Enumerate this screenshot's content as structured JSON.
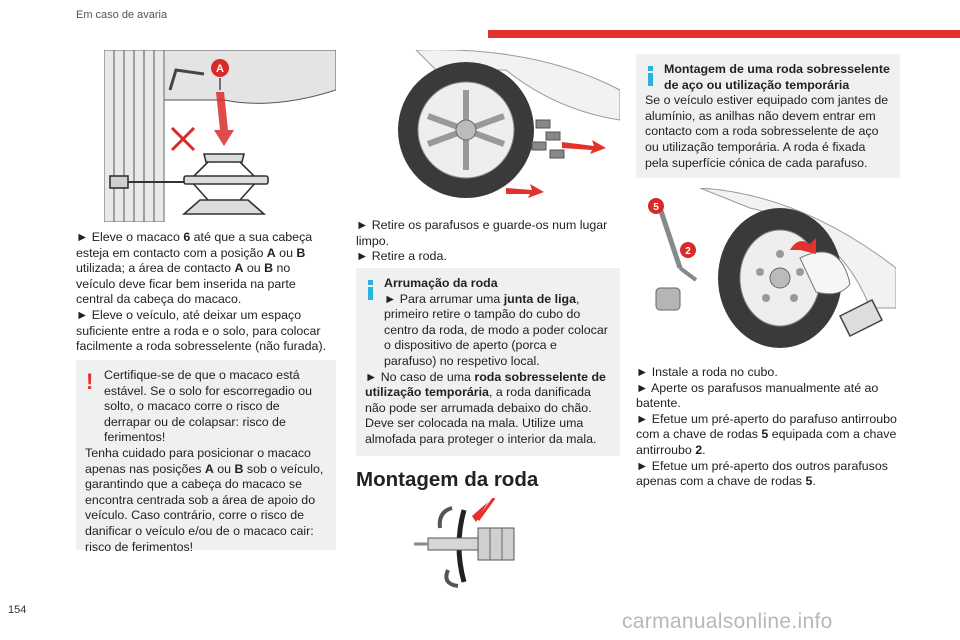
{
  "header": {
    "section": "Em caso de avaria",
    "accent_color": "#e3312d"
  },
  "page_number": "154",
  "watermark": "carmanualsonline.info",
  "col1": {
    "fig_label_A": "A",
    "steps": [
      {
        "bullet": "►",
        "pre": " Eleve o macaco ",
        "b1": "6",
        "mid1": " até que a sua cabeça esteja em contacto com a posição ",
        "b2": "A",
        "mid2": " ou ",
        "b3": "B",
        "post": " utilizada; a área de contacto ",
        "b4": "A",
        "mid3": " ou ",
        "b5": "B",
        "post2": " no veículo deve ficar bem inserida na parte central da cabeça do macaco."
      },
      {
        "bullet": "►",
        "text": " Eleve o veículo, até deixar um espaço suficiente entre a roda e o solo, para colocar facilmente a roda sobresselente (não furada)."
      }
    ],
    "warning": {
      "icon": "!",
      "line1": "Certifique-se de que o macaco está estável. Se o solo for escorregadio ou solto, o macaco corre o risco de derrapar ou de colapsar: risco de ferimentos!",
      "line2_pre": "Tenha cuidado para posicionar o macaco apenas nas posições ",
      "line2_b1": "A",
      "line2_mid": " ou ",
      "line2_b2": "B",
      "line2_post": " sob o veículo, garantindo que a cabeça do macaco se encontra centrada sob a área de apoio do veículo. Caso contrário, corre o risco de danificar o veículo e/ou de o macaco cair: risco de ferimentos!"
    }
  },
  "col2": {
    "steps": [
      {
        "bullet": "►",
        "text": " Retire os parafusos e guarde-os num lugar limpo."
      },
      {
        "bullet": "►",
        "text": " Retire a roda."
      }
    ],
    "info": {
      "title": "Arrumação da roda",
      "p1_pre": "► Para arrumar uma ",
      "p1_b": "junta de liga",
      "p1_post": ", primeiro retire o tampão do cubo do centro da roda, de modo a poder colocar o dispositivo de aperto (porca e parafuso) no respetivo local.",
      "p2_pre": "► No caso de uma ",
      "p2_b": "roda sobresselente de utilização temporária",
      "p2_post": ", a roda danificada não pode ser arrumada debaixo do chão. Deve ser colocada na mala. Utilize uma almofada para proteger o interior da mala."
    },
    "section_title": "Montagem da roda"
  },
  "col3": {
    "info": {
      "title": "Montagem de uma roda sobresselente de aço ou utilização temporária",
      "body": "Se o veículo estiver equipado com jantes de alumínio, as anilhas não devem entrar em contacto com a roda sobresselente de aço ou utilização temporária. A roda é fixada pela superfície cónica de cada parafuso."
    },
    "fig_label_5": "5",
    "fig_label_2": "2",
    "steps": [
      {
        "bullet": "►",
        "text": " Instale a roda no cubo."
      },
      {
        "bullet": "►",
        "text": " Aperte os parafusos manualmente até ao batente."
      },
      {
        "bullet": "►",
        "pre": " Efetue um pré-aperto do parafuso antirroubo com a chave de rodas ",
        "b": "5",
        "mid": " equipada com a chave antirroubo ",
        "b2": "2",
        "post": "."
      },
      {
        "bullet": "►",
        "pre": " Efetue um pré-aperto dos outros parafusos apenas com a chave de rodas ",
        "b": "5",
        "post": "."
      }
    ]
  }
}
